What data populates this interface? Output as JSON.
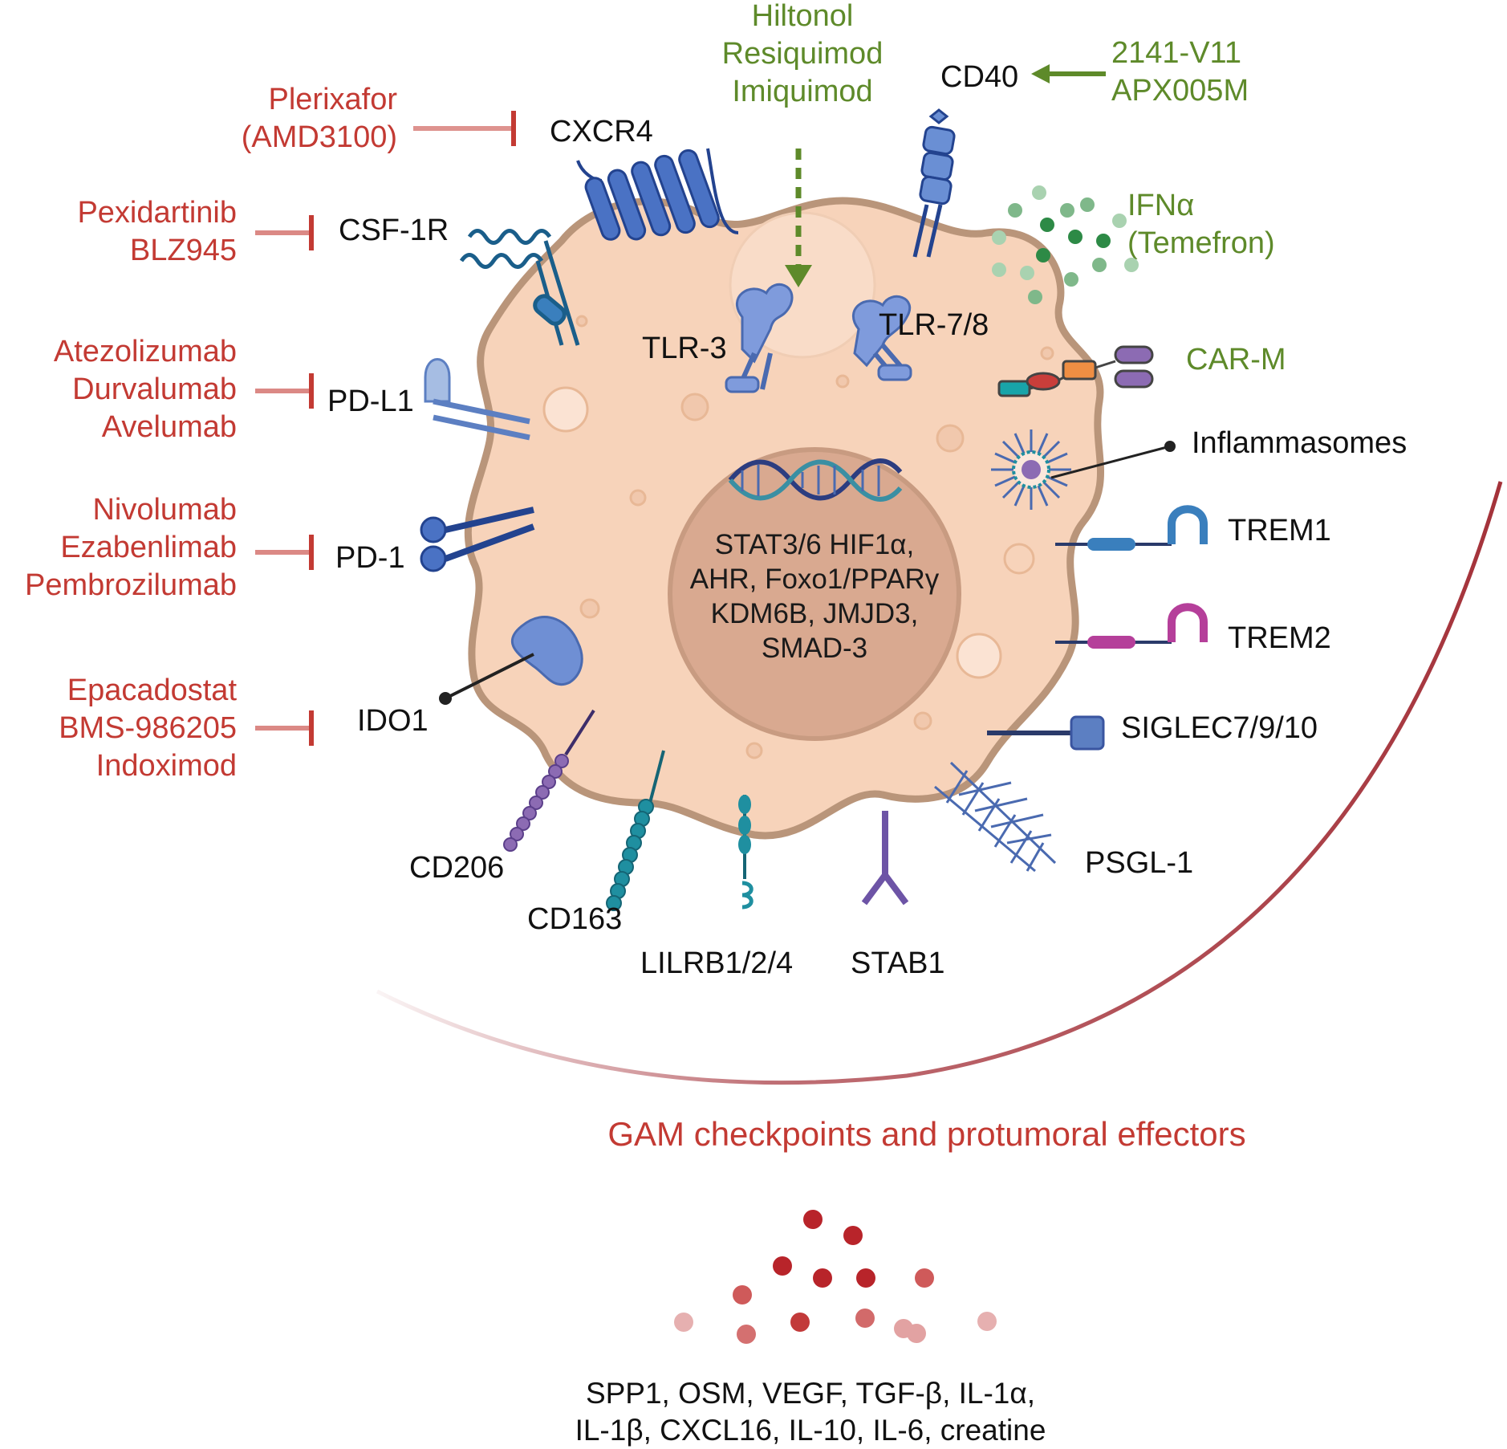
{
  "colors": {
    "inhibitor": "#c33a33",
    "agonist": "#5e8a2a",
    "cell_fill": "#f7d3ba",
    "cell_border": "#b9957a",
    "nucleus_fill": "#d9a990",
    "receptor_blue": "#4a72c4",
    "arc": "#a4323a"
  },
  "inhibitors": {
    "plerixafor": [
      "Plerixafor",
      "(AMD3100)"
    ],
    "csf1r": [
      "Pexidartinib",
      "BLZ945"
    ],
    "pdl1": [
      "Atezolizumab",
      "Durvalumab",
      "Avelumab"
    ],
    "pd1": [
      "Nivolumab",
      "Ezabenlimab",
      "Pembrozilumab"
    ],
    "ido1": [
      "Epacadostat",
      "BMS-986205",
      "Indoximod"
    ]
  },
  "agonists": {
    "tlr": [
      "Hiltonol",
      "Resiquimod",
      "Imiquimod"
    ],
    "cd40": [
      "2141-V11",
      "APX005M"
    ],
    "ifn": [
      "IFNα",
      "(Temefron)"
    ],
    "carm": "CAR-M"
  },
  "receptors": {
    "cxcr4": "CXCR4",
    "cd40": "CD40",
    "csf1r": "CSF-1R",
    "tlr3": "TLR-3",
    "tlr78": "TLR-7/8",
    "pdl1": "PD-L1",
    "pd1": "PD-1",
    "ido1": "IDO1",
    "inflammasomes": "Inflammasomes",
    "trem1": "TREM1",
    "trem2": "TREM2",
    "siglec": "SIGLEC7/9/10",
    "psgl1": "PSGL-1",
    "cd206": "CD206",
    "cd163": "CD163",
    "lilrb": "LILRB1/2/4",
    "stab1": "STAB1"
  },
  "nucleus": [
    "STAT3/6  HIF1α,",
    "AHR, Foxo1/PPARγ",
    "KDM6B, JMJD3,",
    "SMAD-3"
  ],
  "title": "GAM checkpoints and protumoral effectors",
  "effectors": [
    "SPP1, OSM, VEGF, TGF-β,  IL-1α,",
    "IL-1β, CXCL16, IL-10, IL-6, creatine"
  ],
  "icons": [
    "dna-icon",
    "tlr-receptor-icon",
    "inflammasome-icon",
    "cytokine-dot-icon",
    "inhibition-bar-icon",
    "arrow-icon"
  ]
}
